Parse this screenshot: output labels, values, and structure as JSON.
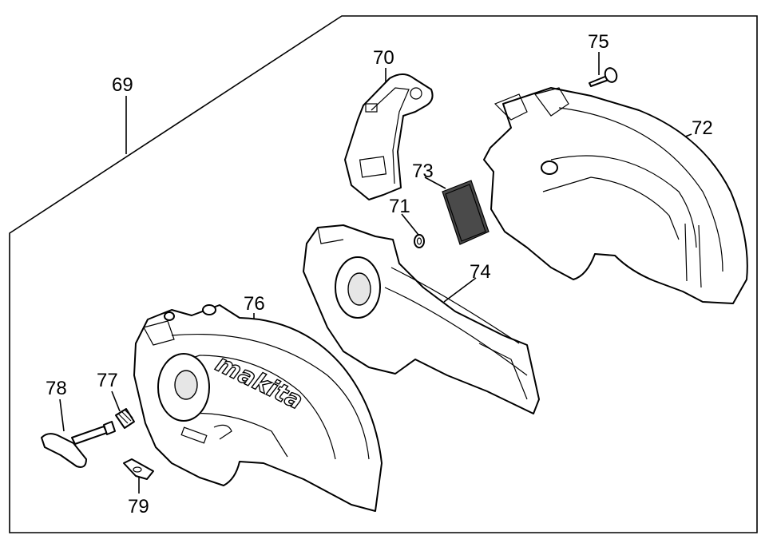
{
  "diagram": {
    "brand_text": "makita",
    "parts": [
      {
        "id": "p69",
        "number": "69"
      },
      {
        "id": "p70",
        "number": "70"
      },
      {
        "id": "p71",
        "number": "71"
      },
      {
        "id": "p72",
        "number": "72"
      },
      {
        "id": "p73",
        "number": "73"
      },
      {
        "id": "p74",
        "number": "74"
      },
      {
        "id": "p75",
        "number": "75"
      },
      {
        "id": "p76",
        "number": "76"
      },
      {
        "id": "p77",
        "number": "77"
      },
      {
        "id": "p78",
        "number": "78"
      },
      {
        "id": "p79",
        "number": "79"
      }
    ]
  }
}
